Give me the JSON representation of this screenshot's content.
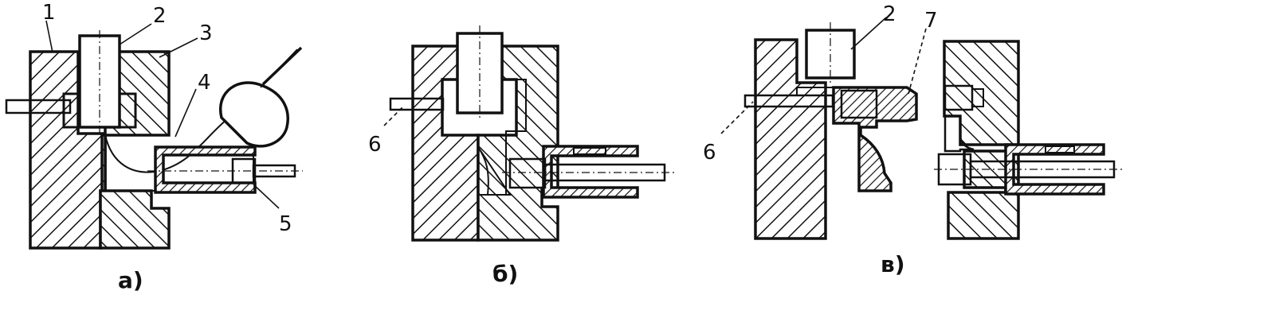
{
  "diagram": {
    "part_labels": {
      "a_1": "1",
      "a_2": "2",
      "a_3": "3",
      "a_4": "4",
      "a_5": "5",
      "b_6": "6",
      "c_2": "2",
      "c_6": "6",
      "c_7": "7"
    },
    "captions": {
      "a": "а)",
      "b": "б)",
      "c": "в)"
    }
  },
  "colors": {
    "ink": "#111111",
    "paper": "#ffffff",
    "metal_fill": "#e9e9e9"
  }
}
